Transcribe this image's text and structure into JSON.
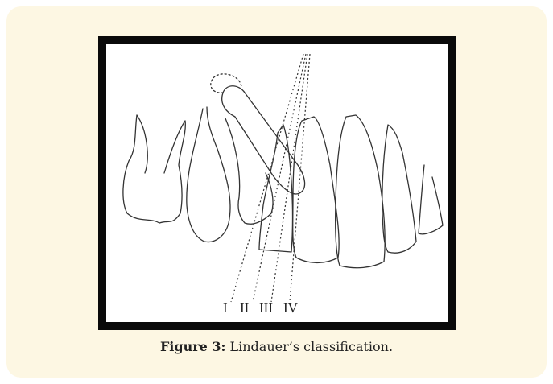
{
  "figure": {
    "labels": [
      "I",
      "II",
      "III",
      "IV"
    ]
  },
  "caption": {
    "label": "Figure 3:",
    "text": " Lindauer’s classification."
  }
}
